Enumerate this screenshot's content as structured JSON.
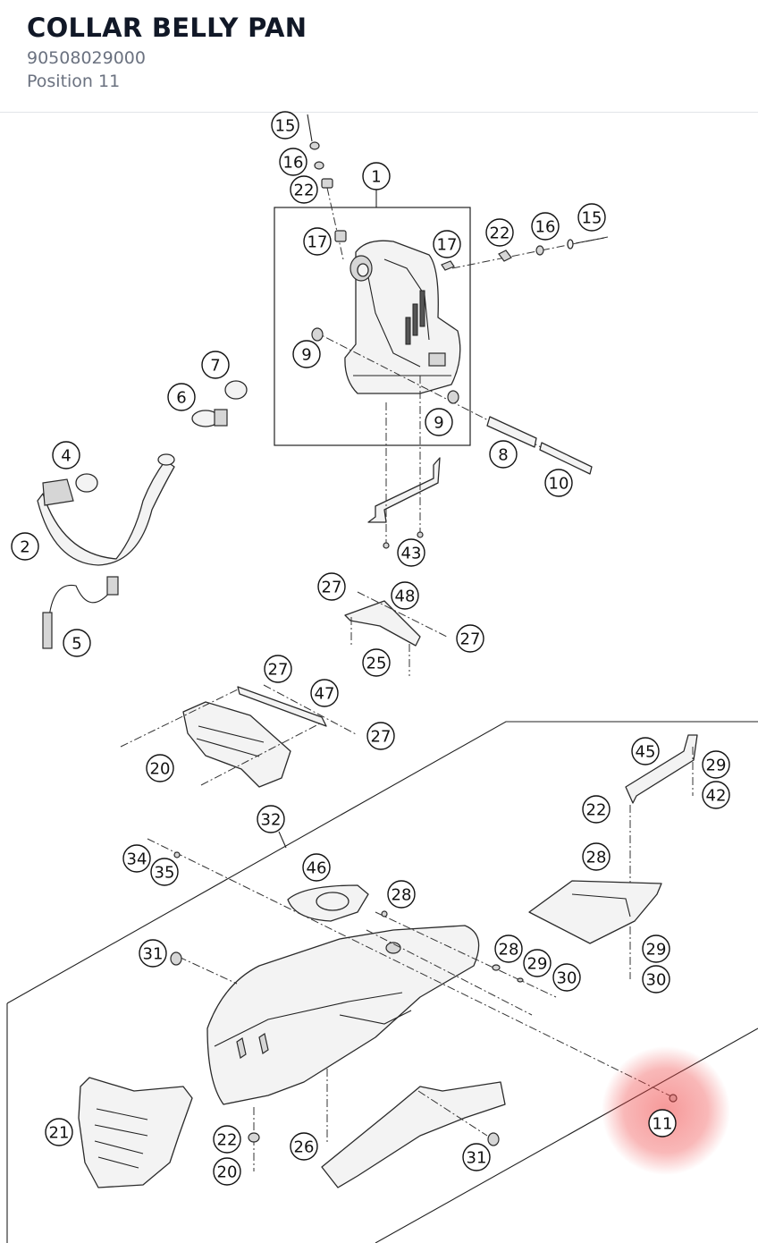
{
  "header": {
    "title": "COLLAR BELLY PAN",
    "part_number": "90508029000",
    "position": "Position 11"
  },
  "highlight": {
    "label": "11",
    "color": "#ef4444"
  },
  "callouts": [
    "15",
    "16",
    "22",
    "1",
    "17",
    "17",
    "22",
    "16",
    "15",
    "9",
    "9",
    "8",
    "10",
    "7",
    "6",
    "4",
    "2",
    "5",
    "43",
    "27",
    "48",
    "27",
    "25",
    "27",
    "47",
    "27",
    "20",
    "32",
    "45",
    "29",
    "42",
    "22",
    "28",
    "34",
    "35",
    "46",
    "28",
    "31",
    "28",
    "29",
    "30",
    "29",
    "30",
    "21",
    "22",
    "20",
    "26",
    "31",
    "11"
  ]
}
